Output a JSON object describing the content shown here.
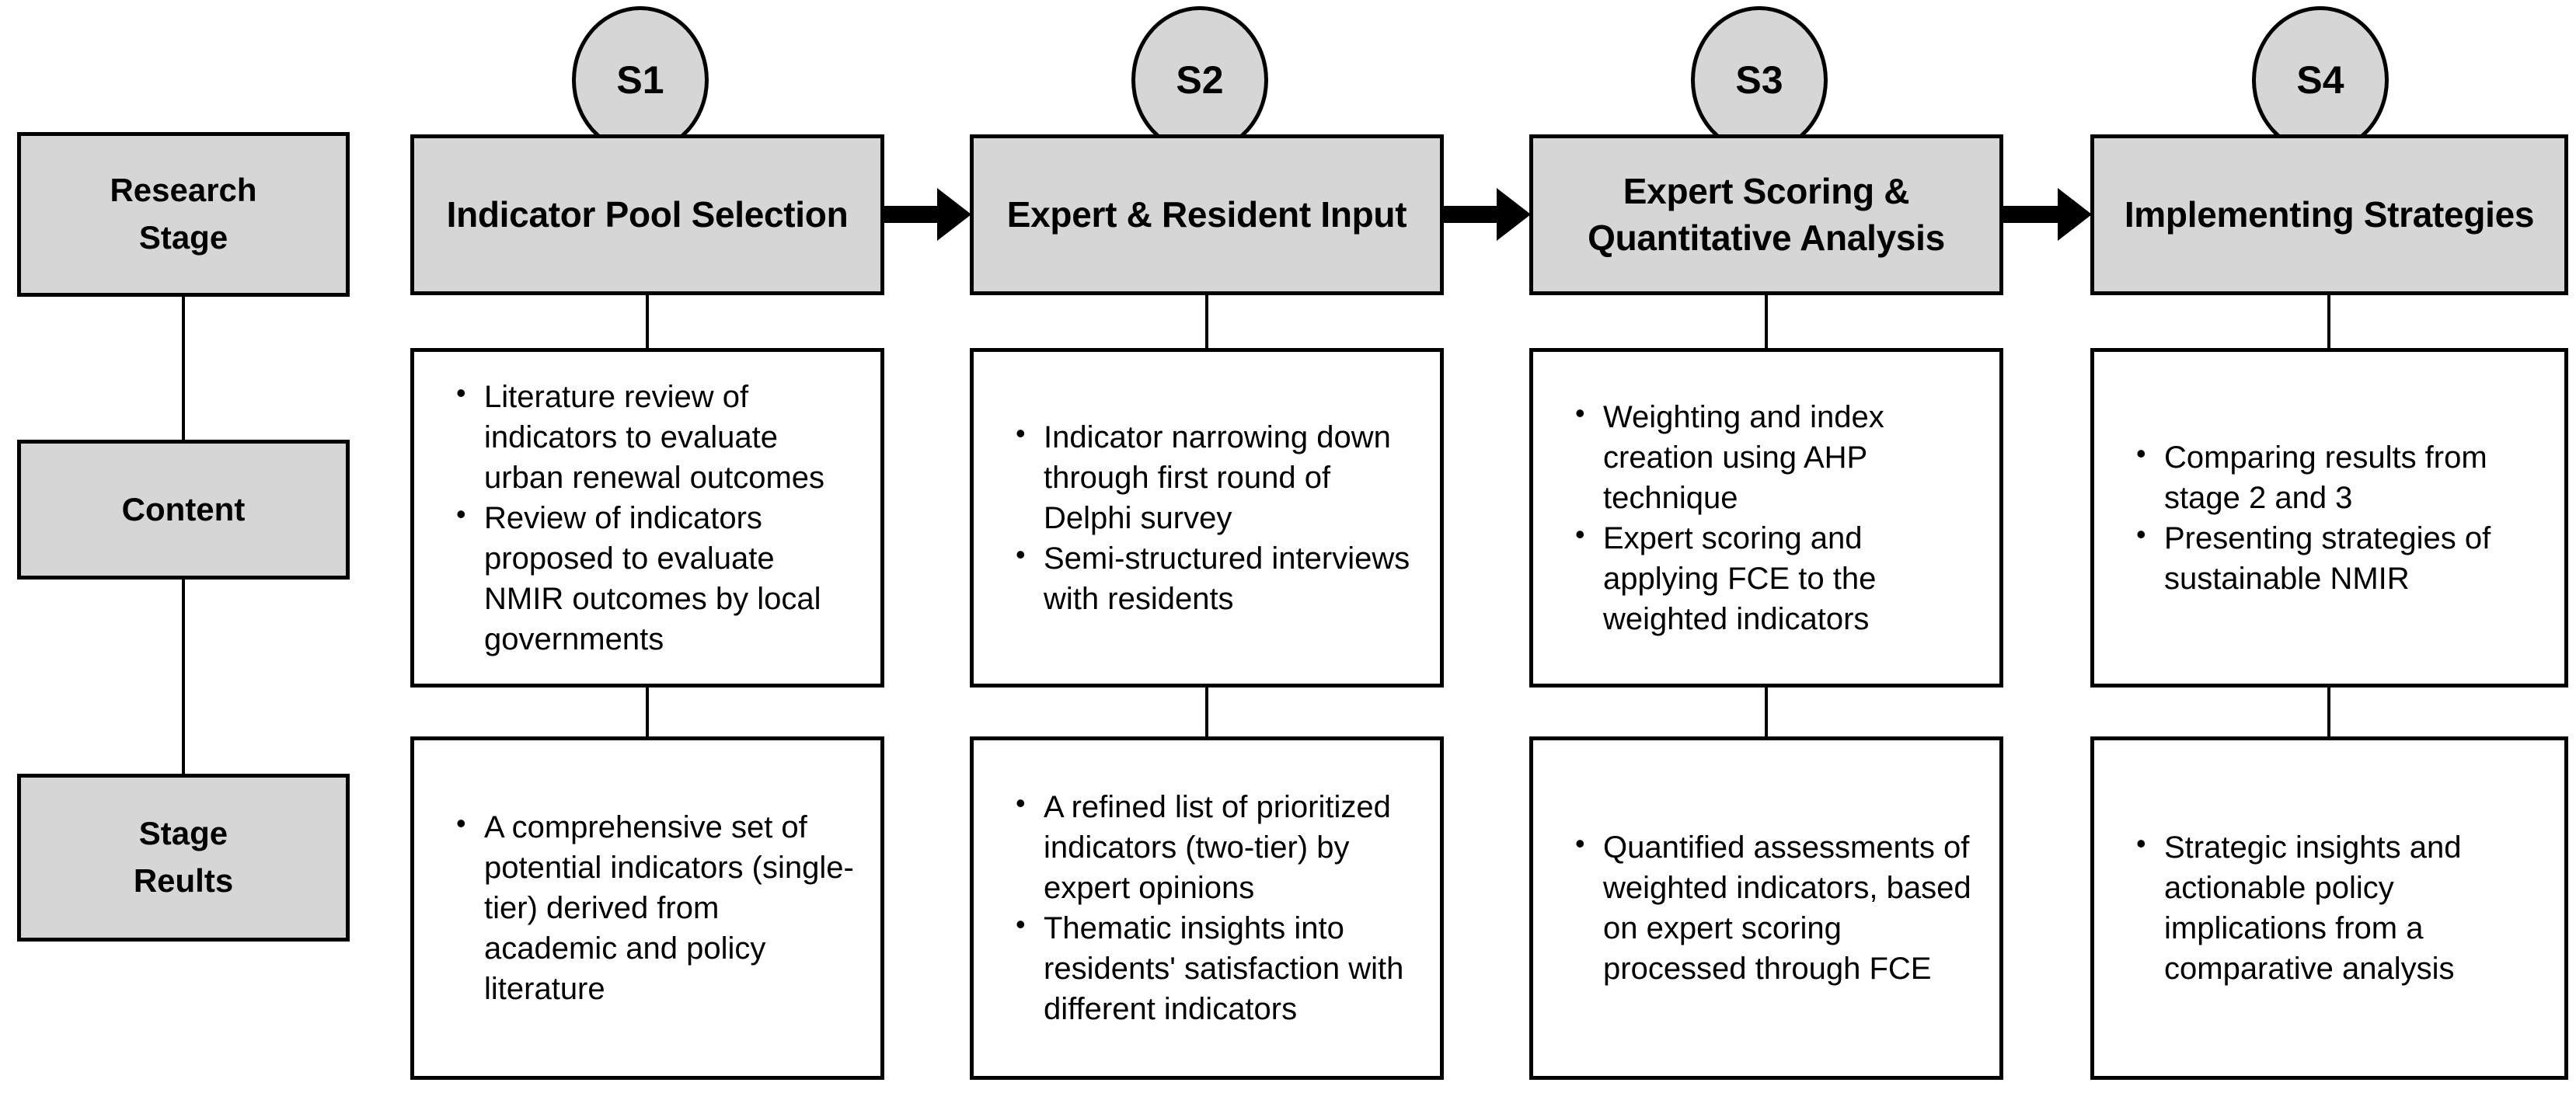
{
  "diagram": {
    "title": "Research stage flowchart",
    "colors": {
      "node_fill": "#d6d6d6",
      "node_border": "#000000",
      "plain_fill": "#ffffff",
      "text": "#000000"
    },
    "row_labels": [
      {
        "id": "research-stage",
        "text": "Research Stage",
        "line1": "Research",
        "line2": "Stage"
      },
      {
        "id": "content",
        "text": "Content",
        "line1": "Content",
        "line2": ""
      },
      {
        "id": "stage-results",
        "text": "Stage Reults",
        "line1": "Stage",
        "line2": "Reults"
      }
    ],
    "stages": [
      {
        "badge": "S1",
        "header": "Indicator Pool Selection",
        "header_line1": "Indicator Pool Selection",
        "header_line2": "",
        "content_bullets": [
          "Literature review of indicators to evaluate urban renewal outcomes",
          "Review of indicators proposed to evaluate NMIR outcomes by local governments"
        ],
        "result_bullets": [
          "A comprehensive set of potential indicators (single-tier) derived from academic and policy literature"
        ]
      },
      {
        "badge": "S2",
        "header": "Expert & Resident Input",
        "header_line1": "Expert & Resident Input",
        "header_line2": "",
        "content_bullets": [
          "Indicator narrowing down through first round of Delphi survey",
          "Semi-structured interviews with residents"
        ],
        "result_bullets": [
          "A refined list of prioritized indicators (two-tier) by expert opinions",
          "Thematic insights into residents' satisfaction with different indicators"
        ]
      },
      {
        "badge": "S3",
        "header": "Expert Scoring & Quantitative Analysis",
        "header_line1": "Expert Scoring &",
        "header_line2": "Quantitative Analysis",
        "content_bullets": [
          "Weighting and index creation using AHP technique",
          "Expert scoring and applying FCE to the weighted indicators"
        ],
        "result_bullets": [
          "Quantified assessments of weighted indicators, based on expert scoring processed through FCE"
        ]
      },
      {
        "badge": "S4",
        "header": "Implementing Strategies",
        "header_line1": "Implementing Strategies",
        "header_line2": "",
        "content_bullets": [
          "Comparing results from stage 2 and 3",
          "Presenting strategies of sustainable NMIR"
        ],
        "result_bullets": [
          "Strategic insights and actionable policy implications from a comparative analysis"
        ]
      }
    ]
  }
}
